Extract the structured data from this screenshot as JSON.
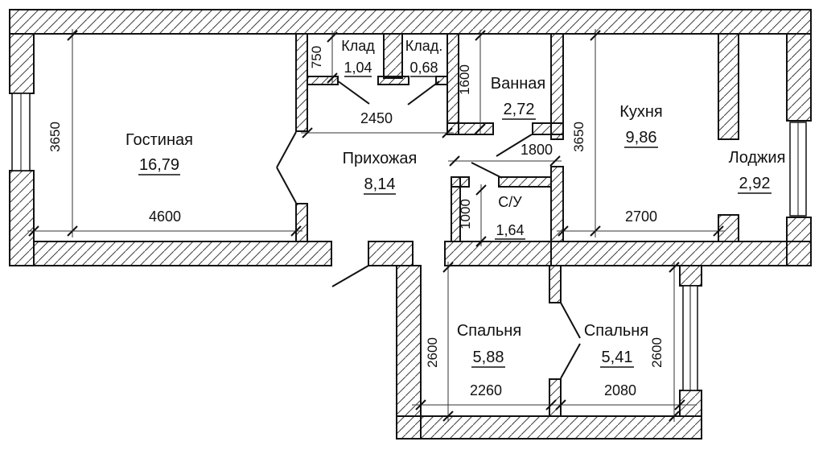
{
  "plan": {
    "rooms": [
      {
        "name": "Гостиная",
        "area": "16,79"
      },
      {
        "name": "Клад",
        "area": "1,04"
      },
      {
        "name": "Клад.",
        "area": "0,68"
      },
      {
        "name": "Ванная",
        "area": "2,72"
      },
      {
        "name": "Прихожая",
        "area": "8,14"
      },
      {
        "name": "С/У",
        "area": "1,64"
      },
      {
        "name": "Кухня",
        "area": "9,86"
      },
      {
        "name": "Лоджия",
        "area": "2,92"
      },
      {
        "name": "Спальня",
        "area": "5,88"
      },
      {
        "name": "Спальня",
        "area": "5,41"
      }
    ],
    "dims": {
      "living_height": "3650",
      "living_width": "4600",
      "closet_height": "750",
      "hall_width": "2450",
      "bath_height": "1600",
      "corridor_width": "1800",
      "wc_height": "1000",
      "kitchen_height": "3650",
      "kitchen_width": "2700",
      "bedroom_left_height": "2600",
      "bedroom_left_width": "2260",
      "bedroom_right_width": "2080",
      "bedroom_right_height": "2600"
    },
    "colors": {
      "ink": "#111111",
      "background": "#ffffff"
    }
  }
}
